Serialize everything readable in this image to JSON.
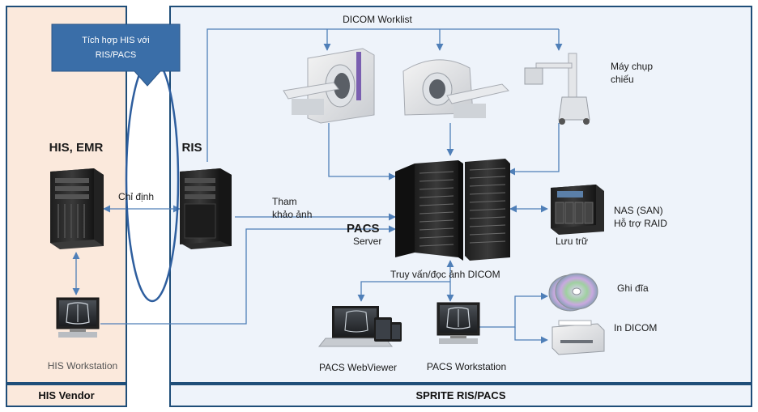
{
  "panels": {
    "left_footer": "HIS Vendor",
    "right_footer": "SPRITE RIS/PACS"
  },
  "callout": {
    "line1": "Tích hợp HIS với",
    "line2": "RIS/PACS"
  },
  "labels": {
    "his_emr": "HIS, EMR",
    "ris": "RIS",
    "chi_dinh": "Chỉ định",
    "his_workstation": "HIS  Workstation",
    "dicom_worklist": "DICOM Worklist",
    "may_chup_line1": "Máy chụp",
    "may_chup_line2": "chiếu",
    "tham_khao_line1": "Tham",
    "tham_khao_line2": "khảo ảnh",
    "pacs": "PACS",
    "server": "Server",
    "nas_line1": "NAS (SAN)",
    "nas_line2": "Hỗ trợ RAID",
    "luu_tru": "Lưu trữ",
    "truy_van": "Truy vấn/đọc ảnh DICOM",
    "ghi_dia": "Ghi đĩa",
    "in_dicom": "In DICOM",
    "pacs_webviewer": "PACS WebViewer",
    "pacs_workstation": "PACS Workstation"
  },
  "colors": {
    "panel_border": "#1f4e79",
    "left_fill": "#fbe9dc",
    "right_fill": "#eef3fa",
    "callout": "#3a6ea8",
    "connector": "#4f7fb8",
    "ellipse": "#2e5e9e"
  },
  "icons": {
    "his_server": "tower-server-icon",
    "ris_server": "tower-server-icon",
    "mri": "mri-scanner-icon",
    "ct": "ct-scanner-icon",
    "xray": "mobile-xray-icon",
    "pacs": "rack-server-icon",
    "nas": "nas-storage-icon",
    "disc": "cd-disc-icon",
    "printer": "film-printer-icon",
    "workstation": "monitor-xray-icon",
    "webviewer": "multi-device-icon"
  }
}
